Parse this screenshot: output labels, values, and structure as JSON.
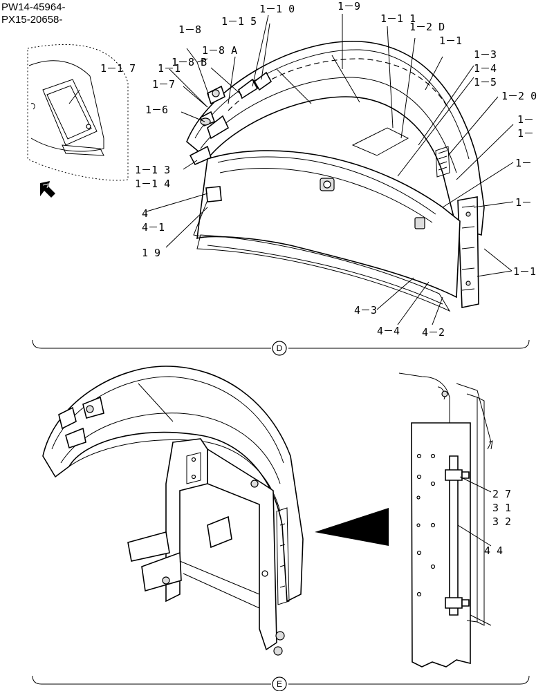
{
  "header": {
    "serial_line_1": "PW14-45964-",
    "serial_line_2": "PX15-20658-"
  },
  "view_d": {
    "letter": "D",
    "callouts": {
      "c1_8": "1－8",
      "c1_8a": "1－8 A",
      "c1_8b": "1－8 B",
      "c1_10": "1－1 0",
      "c1_15": "1－1 5",
      "c1_9": "1－9",
      "c1_11": "1－1 1",
      "c1_2d": "1－2 D",
      "c1_1": "1－1",
      "c1_3": "1－3",
      "c1_4": "1－4",
      "c1_5": "1－5",
      "c1_20": "1－2 0",
      "c1_r1": "1－",
      "c1_r2": "1－",
      "c1_r3": "1－",
      "c1_r4": "1－",
      "c1_1b": "1－1",
      "c1_17": "1－1 7",
      "c1_1x": "1－1",
      "c1_7": "1－7",
      "c1_6": "1－6",
      "c1_13": "1－1 3",
      "c1_14": "1－1 4",
      "c4": "4",
      "c4_1": "4－1",
      "c19": "1 9",
      "c4_3": "4－3",
      "c4_4": "4－4",
      "c4_2": "4－2"
    }
  },
  "view_e": {
    "letter": "E",
    "callouts": {
      "c27": "2 7",
      "c31": "3 1",
      "c32": "3 2",
      "c44": "4 4"
    }
  }
}
